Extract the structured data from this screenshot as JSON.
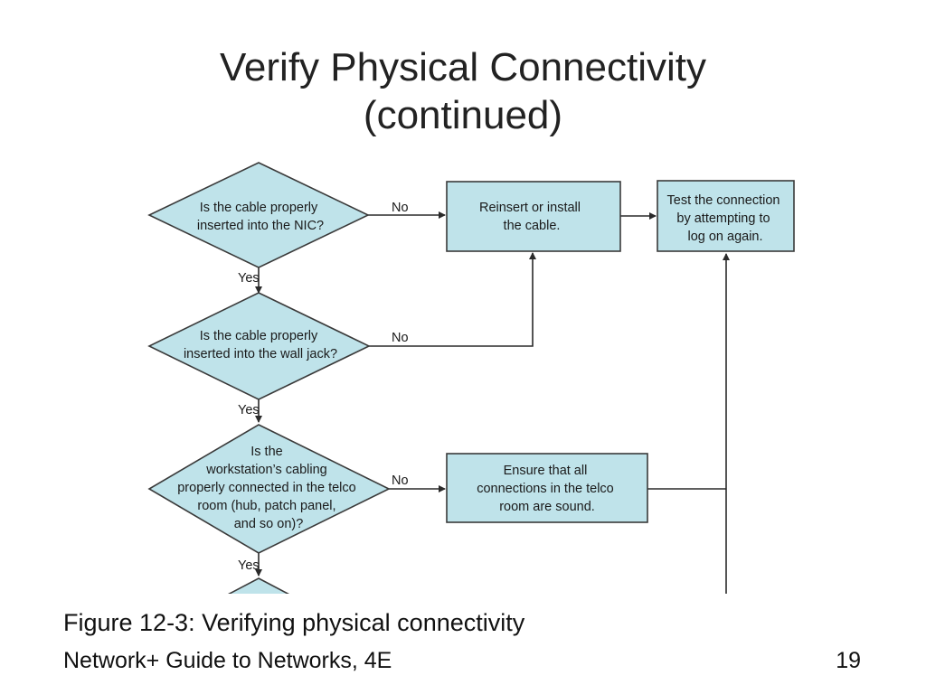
{
  "slide": {
    "title_line1": "Verify Physical Connectivity",
    "title_line2": "(continued)",
    "caption": "Figure 12-3: Verifying physical connectivity",
    "footer": "Network+ Guide to Networks, 4E",
    "page_number": "19"
  },
  "flowchart": {
    "colors": {
      "fill": "#bfe3ea",
      "stroke": "#3a3a3a",
      "line": "#2a2a2a"
    },
    "decision1": [
      "Is the cable properly",
      "inserted into the NIC?"
    ],
    "decision2": [
      "Is the cable properly",
      "inserted into the wall jack?"
    ],
    "decision3": [
      "Is the",
      "workstation’s cabling",
      "properly connected in the telco",
      "room (hub, patch panel,",
      "and so on)?"
    ],
    "action_reinsert": [
      "Reinsert or install",
      "the cable."
    ],
    "action_test": [
      "Test the connection",
      "by attempting to",
      "log on again."
    ],
    "action_ensure": [
      "Ensure that all",
      "connections in the telco",
      "room are sound."
    ],
    "labels": {
      "no": "No",
      "yes": "Yes"
    }
  }
}
